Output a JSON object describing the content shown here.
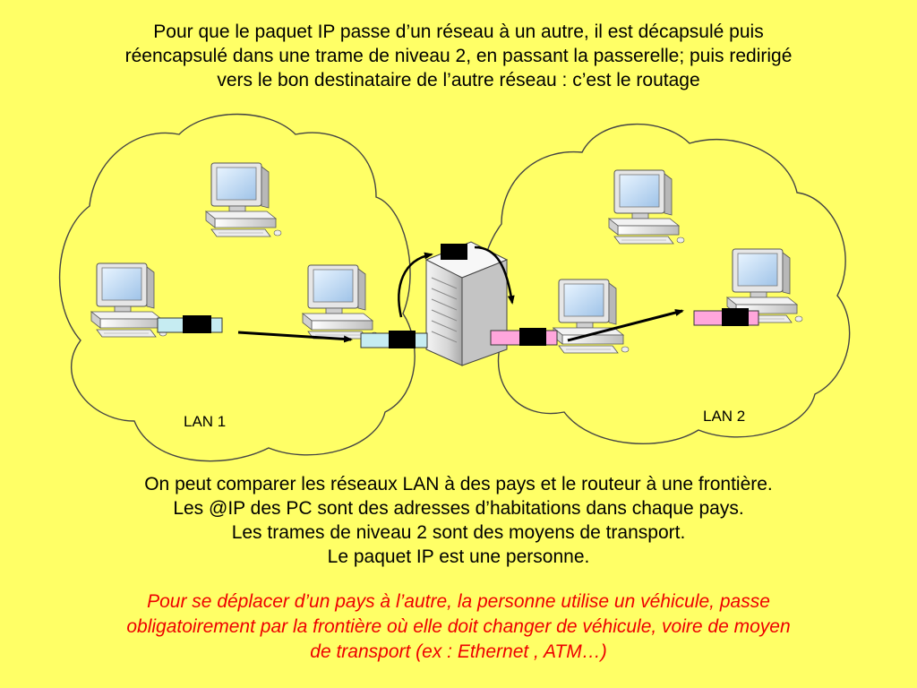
{
  "title_lines": [
    "Pour que le paquet IP passe d’un réseau à un autre, il est décapsulé  puis",
    "réencapsulé dans une trame de niveau 2, en passant la passerelle; puis redirigé",
    "vers le bon destinataire de l’autre réseau : c’est le routage"
  ],
  "diagram": {
    "lan1_label": "LAN 1",
    "lan2_label": "LAN 2",
    "colors": {
      "background": "#FFFF66",
      "lan1_frame": "#C6ECF2",
      "lan2_frame": "#FFA6DC",
      "ip_packet": "#000000",
      "arrows": "#000000"
    },
    "icons": [
      "pc-icon",
      "server-icon",
      "ip-packet-icon",
      "frame-icon",
      "arrow-icon"
    ]
  },
  "body_lines": [
    "On peut comparer les réseaux LAN à des pays et le routeur à une frontière.",
    "Les @IP des PC sont des adresses d’habitations dans chaque pays.",
    "Les trames de niveau 2 sont des moyens de transport.",
    "Le paquet IP est une personne."
  ],
  "red_lines": [
    "Pour se déplacer d’un pays à l’autre, la personne utilise un véhicule, passe",
    "obligatoirement par la frontière où elle doit changer de véhicule, voire de moyen",
    "de transport  (ex : Ethernet , ATM…)"
  ]
}
